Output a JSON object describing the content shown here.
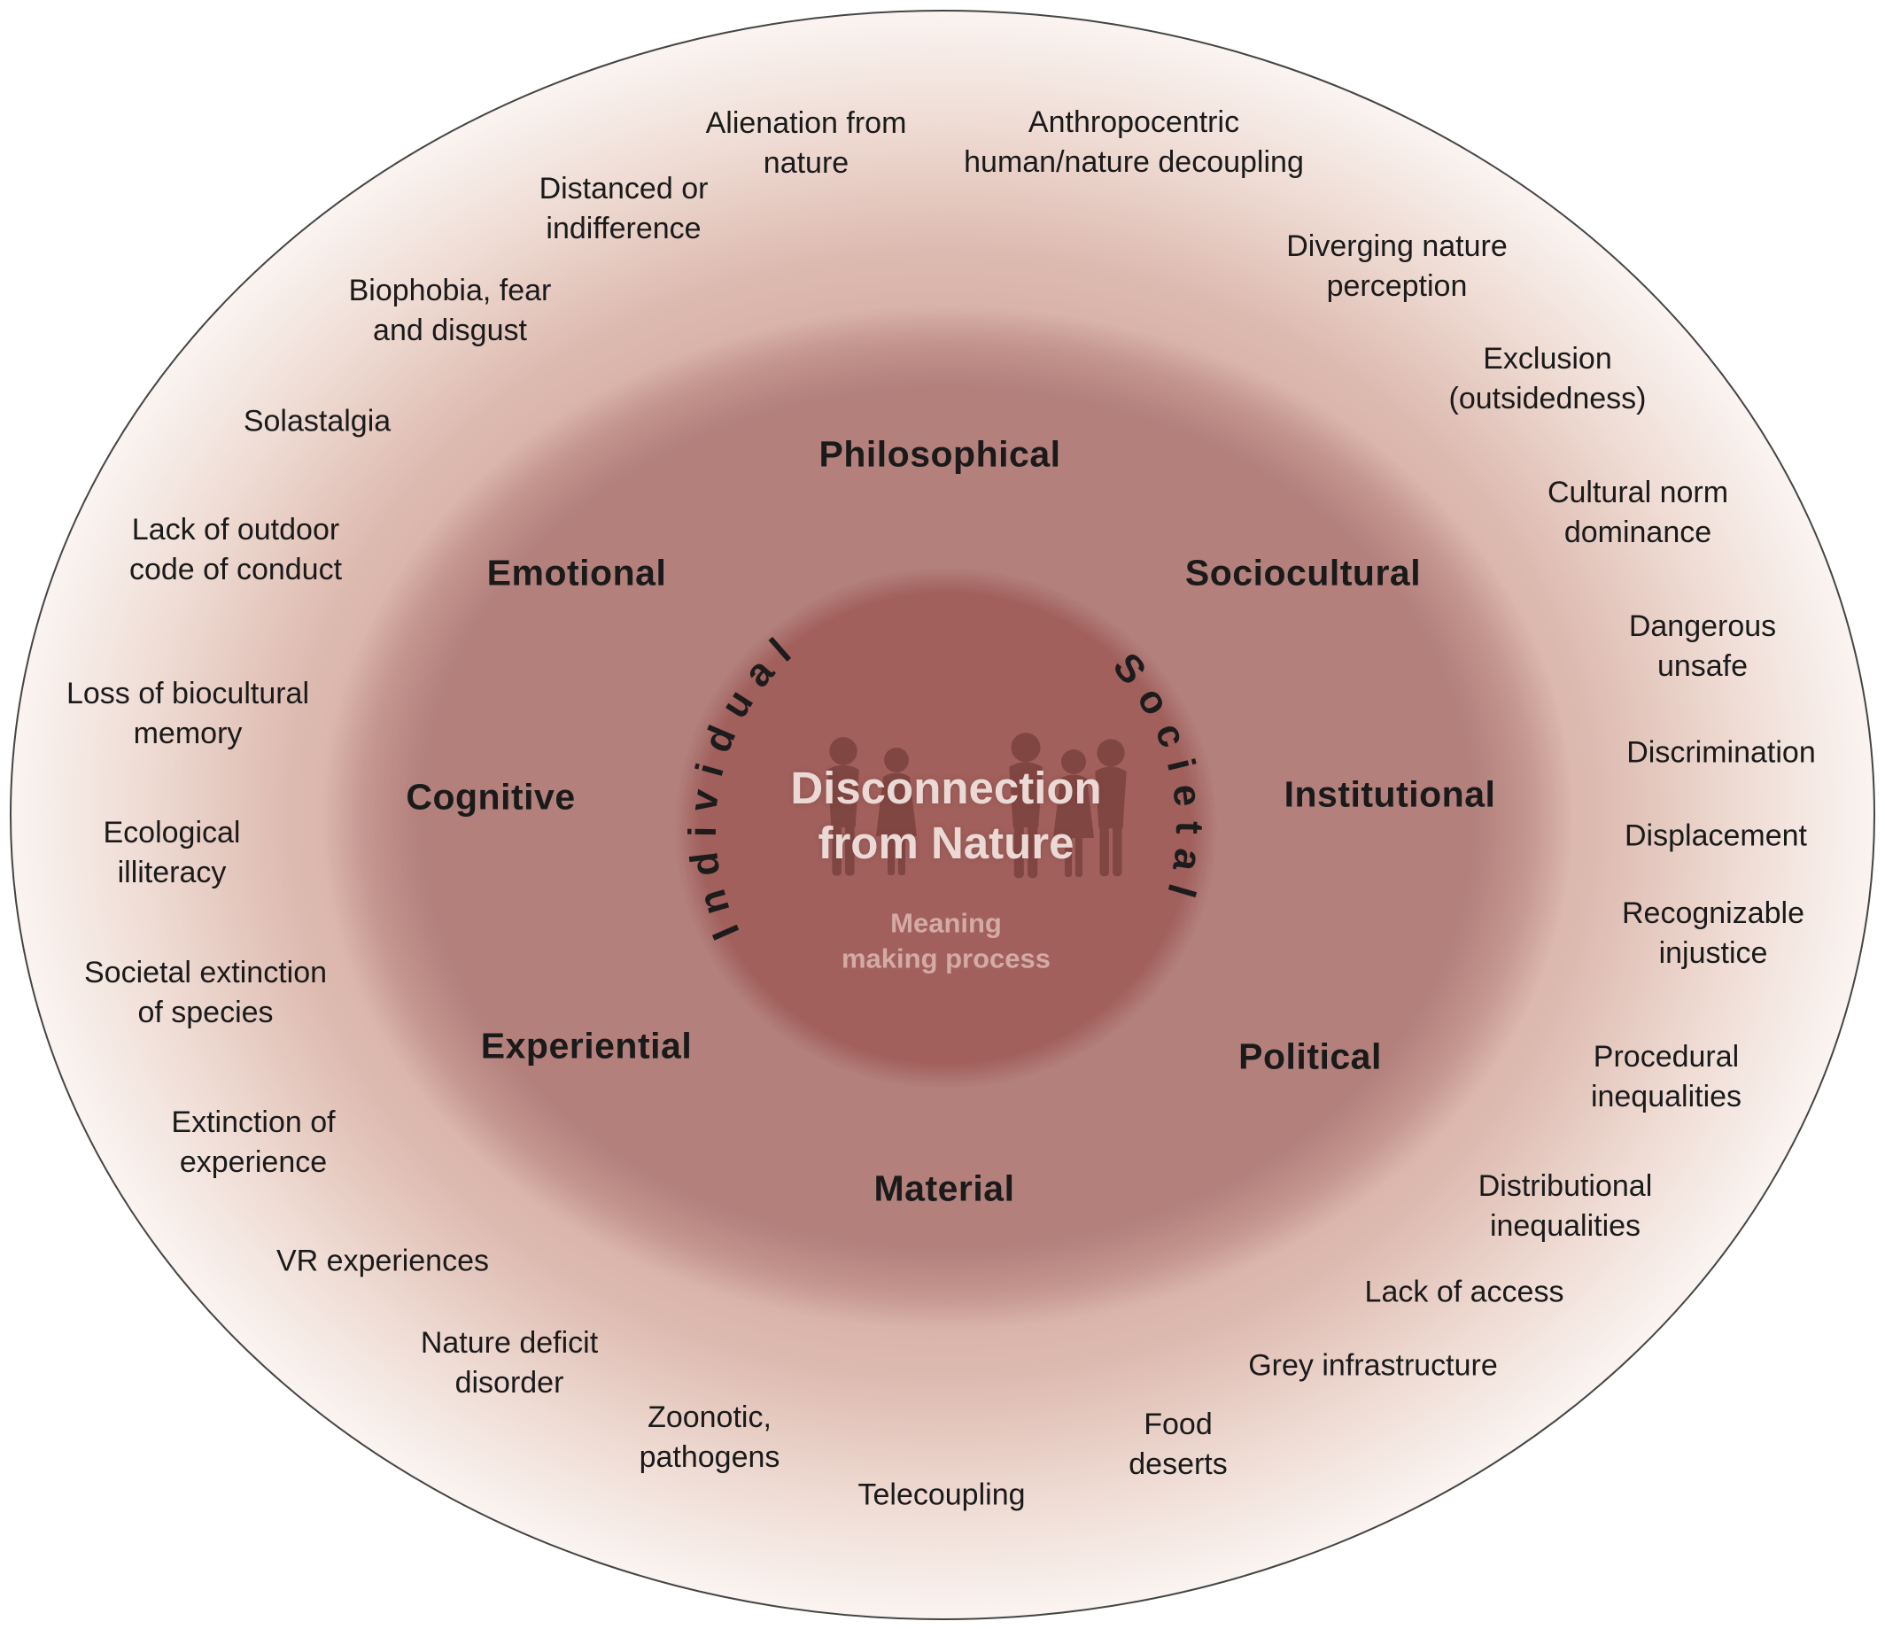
{
  "colors": {
    "inner_circle": "#a1605c",
    "middle_ring": "#b3807c",
    "outer_center": "#c99b93",
    "outer_edge": "#faf4f1",
    "rim_stroke": "#454545",
    "silhouette": "#7d4440",
    "title_text": "#ead9d5",
    "subtitle_text": "#d4aba4",
    "label_text": "#1a1a1a"
  },
  "center": {
    "title": "Disconnection\nfrom Nature",
    "subtitle": "Meaning\nmaking process",
    "left_arc_label": "Individual",
    "right_arc_label": "Societal"
  },
  "ring_categories": [
    {
      "label": "Philosophical"
    },
    {
      "label": "Emotional"
    },
    {
      "label": "Sociocultural"
    },
    {
      "label": "Cognitive"
    },
    {
      "label": "Institutional"
    },
    {
      "label": "Experiential"
    },
    {
      "label": "Political"
    },
    {
      "label": "Material"
    }
  ],
  "outer_items": [
    {
      "label": "Alienation from\nnature"
    },
    {
      "label": "Anthropocentric\nhuman/nature decoupling"
    },
    {
      "label": "Distanced or\nindifference"
    },
    {
      "label": "Diverging nature\nperception"
    },
    {
      "label": "Biophobia, fear\nand disgust"
    },
    {
      "label": "Exclusion\n(outsidedness)"
    },
    {
      "label": "Solastalgia"
    },
    {
      "label": "Cultural norm\ndominance"
    },
    {
      "label": "Lack of outdoor\ncode of conduct"
    },
    {
      "label": "Dangerous\nunsafe"
    },
    {
      "label": "Loss of biocultural\nmemory"
    },
    {
      "label": "Discrimination"
    },
    {
      "label": "Ecological\nilliteracy"
    },
    {
      "label": "Displacement"
    },
    {
      "label": "Societal extinction\nof species"
    },
    {
      "label": "Recognizable\ninjustice"
    },
    {
      "label": "Extinction of\nexperience"
    },
    {
      "label": "Procedural\ninequalities"
    },
    {
      "label": "VR experiences"
    },
    {
      "label": "Distributional\ninequalities"
    },
    {
      "label": "Nature deficit\ndisorder"
    },
    {
      "label": "Lack of access"
    },
    {
      "label": "Zoonotic,\npathogens"
    },
    {
      "label": "Grey infrastructure"
    },
    {
      "label": "Telecoupling"
    },
    {
      "label": "Food\ndeserts"
    }
  ]
}
